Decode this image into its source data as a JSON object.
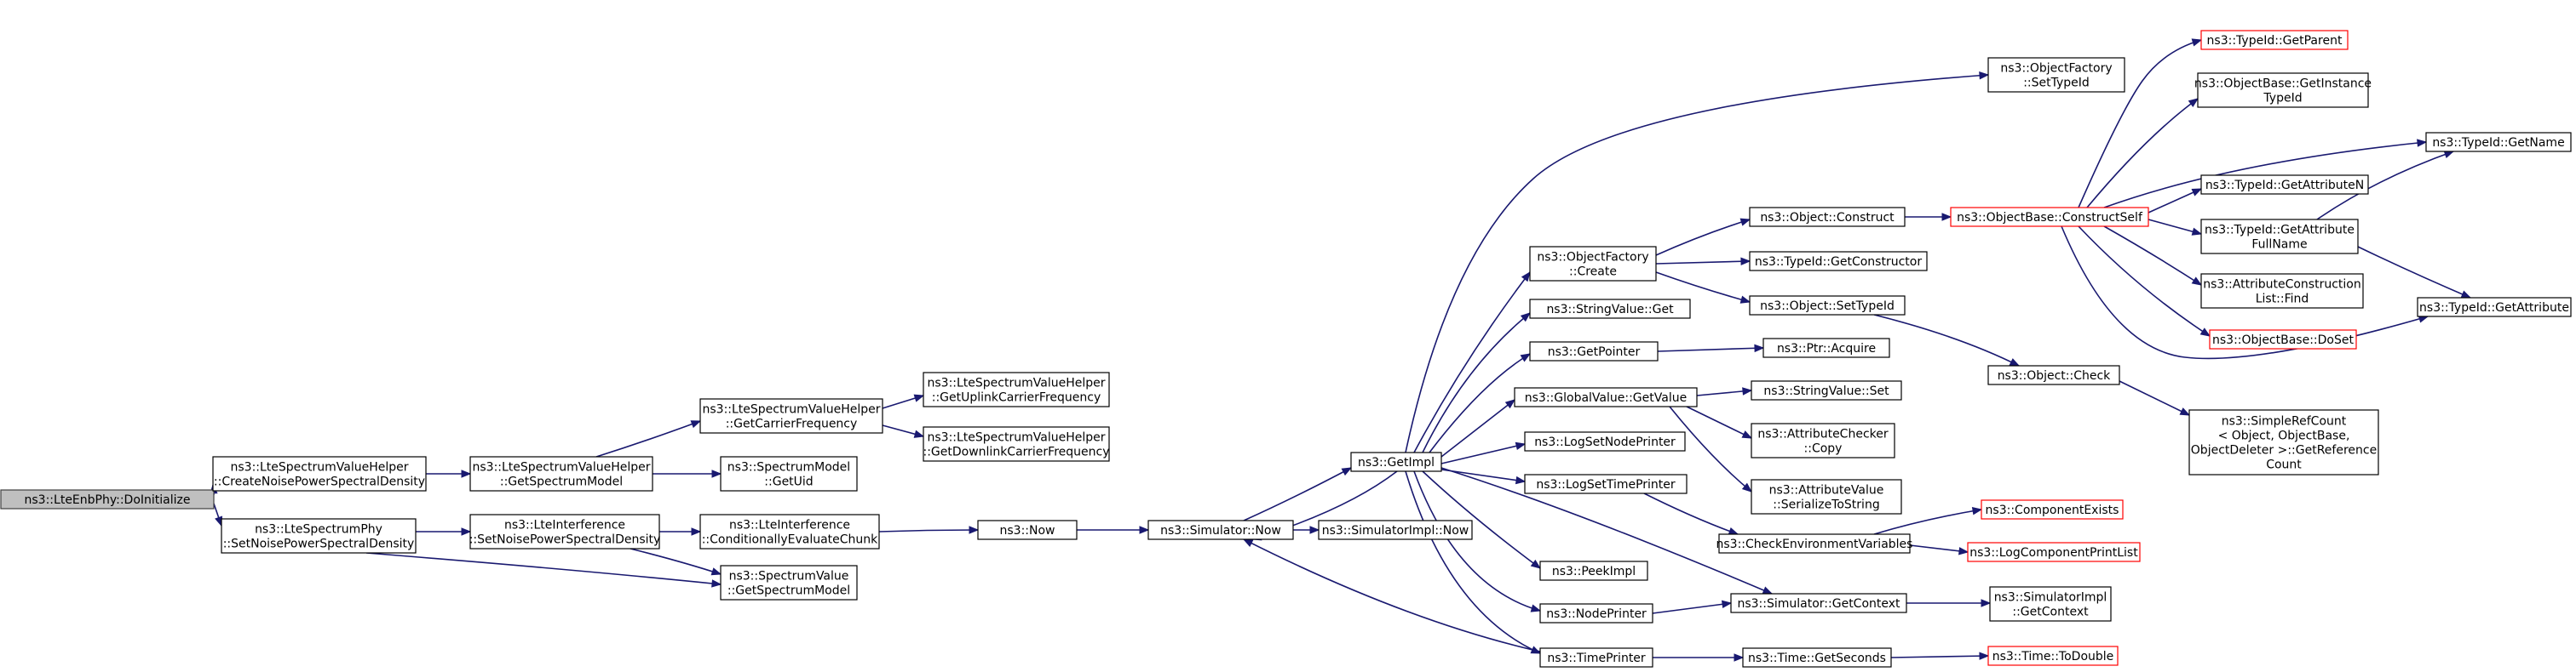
{
  "colors": {
    "edge": "#191970",
    "node_border": "#000000",
    "truncated_border": "#ff0000",
    "root_fill": "#bfbfbf"
  },
  "nodes": {
    "n0": {
      "lines": [
        "ns3::LteEnbPhy::DoInitialize"
      ]
    },
    "n1": {
      "lines": [
        "ns3::LteSpectrumValueHelper",
        "::CreateNoisePowerSpectralDensity"
      ]
    },
    "n2": {
      "lines": [
        "ns3::LteSpectrumPhy",
        "::SetNoisePowerSpectralDensity"
      ]
    },
    "n3": {
      "lines": [
        "ns3::LteSpectrumValueHelper",
        "::GetSpectrumModel"
      ]
    },
    "n4": {
      "lines": [
        "ns3::LteInterference",
        "::SetNoisePowerSpectralDensity"
      ]
    },
    "n5": {
      "lines": [
        "ns3::SpectrumValue",
        "::GetSpectrumModel"
      ]
    },
    "n6": {
      "lines": [
        "ns3::LteSpectrumValueHelper",
        "::GetCarrierFrequency"
      ]
    },
    "n7": {
      "lines": [
        "ns3::SpectrumModel",
        "::GetUid"
      ]
    },
    "n8": {
      "lines": [
        "ns3::LteInterference",
        "::ConditionallyEvaluateChunk"
      ]
    },
    "n9": {
      "lines": [
        "ns3::LteSpectrumValueHelper",
        "::GetUplinkCarrierFrequency"
      ]
    },
    "n10": {
      "lines": [
        "ns3::LteSpectrumValueHelper",
        "::GetDownlinkCarrierFrequency"
      ]
    },
    "n11": {
      "lines": [
        "ns3::Now"
      ]
    },
    "n12": {
      "lines": [
        "ns3::Simulator::Now"
      ]
    },
    "n13": {
      "lines": [
        "ns3::SimulatorImpl::Now"
      ]
    },
    "n14": {
      "lines": [
        "ns3::GetImpl"
      ]
    },
    "n15": {
      "lines": [
        "ns3::ObjectFactory",
        "::SetTypeId"
      ]
    },
    "n16": {
      "lines": [
        "ns3::ObjectFactory",
        "::Create"
      ]
    },
    "n17": {
      "lines": [
        "ns3::StringValue::Get"
      ]
    },
    "n18": {
      "lines": [
        "ns3::GetPointer"
      ]
    },
    "n19": {
      "lines": [
        "ns3::GlobalValue::GetValue"
      ]
    },
    "n20": {
      "lines": [
        "ns3::LogSetNodePrinter"
      ]
    },
    "n21": {
      "lines": [
        "ns3::LogSetTimePrinter"
      ]
    },
    "n22": {
      "lines": [
        "ns3::PeekImpl"
      ]
    },
    "n23": {
      "lines": [
        "ns3::NodePrinter"
      ]
    },
    "n24": {
      "lines": [
        "ns3::TimePrinter"
      ]
    },
    "n25": {
      "lines": [
        "ns3::Object::Construct"
      ]
    },
    "n26": {
      "lines": [
        "ns3::TypeId::GetConstructor"
      ]
    },
    "n27": {
      "lines": [
        "ns3::Object::SetTypeId"
      ]
    },
    "n28": {
      "lines": [
        "ns3::Ptr::Acquire"
      ]
    },
    "n29": {
      "lines": [
        "ns3::StringValue::Set"
      ]
    },
    "n30": {
      "lines": [
        "ns3::AttributeChecker",
        "::Copy"
      ]
    },
    "n31": {
      "lines": [
        "ns3::AttributeValue",
        "::SerializeToString"
      ]
    },
    "n32": {
      "lines": [
        "ns3::CheckEnvironmentVariables"
      ]
    },
    "n33": {
      "lines": [
        "ns3::Simulator::GetContext"
      ]
    },
    "n34": {
      "lines": [
        "ns3::Time::GetSeconds"
      ]
    },
    "n35": {
      "lines": [
        "ns3::ObjectBase::ConstructSelf"
      ]
    },
    "n36": {
      "lines": [
        "ns3::Object::Check"
      ]
    },
    "n37": {
      "lines": [
        "ns3::ComponentExists"
      ]
    },
    "n38": {
      "lines": [
        "ns3::LogComponentPrintList"
      ]
    },
    "n39": {
      "lines": [
        "ns3::SimulatorImpl",
        "::GetContext"
      ]
    },
    "n40": {
      "lines": [
        "ns3::Time::ToDouble"
      ]
    },
    "n41": {
      "lines": [
        "ns3::TypeId::GetParent"
      ]
    },
    "n42": {
      "lines": [
        "ns3::ObjectBase::GetInstance",
        "TypeId"
      ]
    },
    "n43": {
      "lines": [
        "ns3::TypeId::GetAttributeN"
      ]
    },
    "n44": {
      "lines": [
        "ns3::TypeId::GetAttribute",
        "FullName"
      ]
    },
    "n45": {
      "lines": [
        "ns3::AttributeConstruction",
        "List::Find"
      ]
    },
    "n46": {
      "lines": [
        "ns3::ObjectBase::DoSet"
      ]
    },
    "n47": {
      "lines": [
        "ns3::SimpleRefCount",
        "< Object, ObjectBase,",
        " ObjectDeleter >::GetReference",
        "Count"
      ]
    },
    "n48": {
      "lines": [
        "ns3::TypeId::GetName"
      ]
    },
    "n49": {
      "lines": [
        "ns3::TypeId::GetAttribute"
      ]
    }
  }
}
